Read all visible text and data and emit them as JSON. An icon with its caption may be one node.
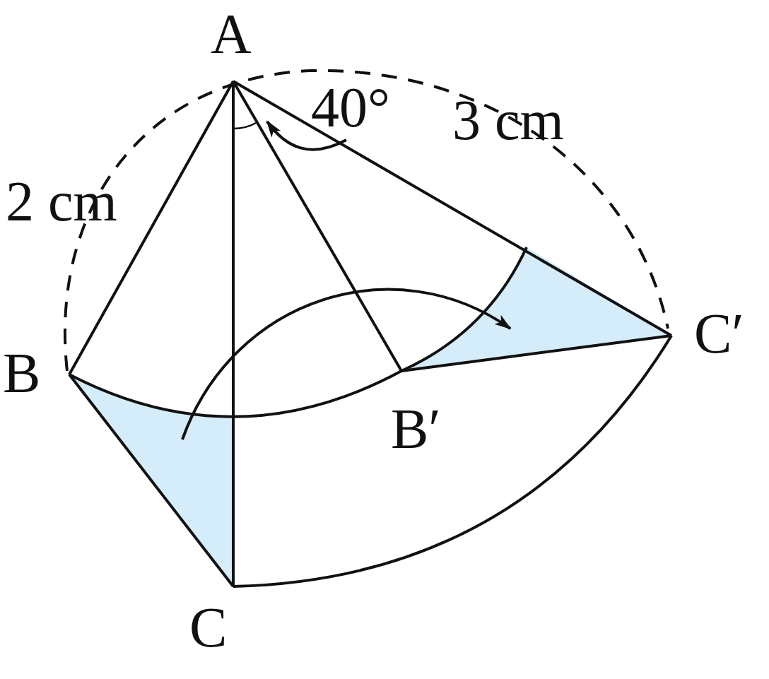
{
  "diagram": {
    "labels": [
      "A",
      "40°",
      "3 cm",
      "2 cm",
      "C′",
      "B",
      "B′",
      "C"
    ]
  }
}
